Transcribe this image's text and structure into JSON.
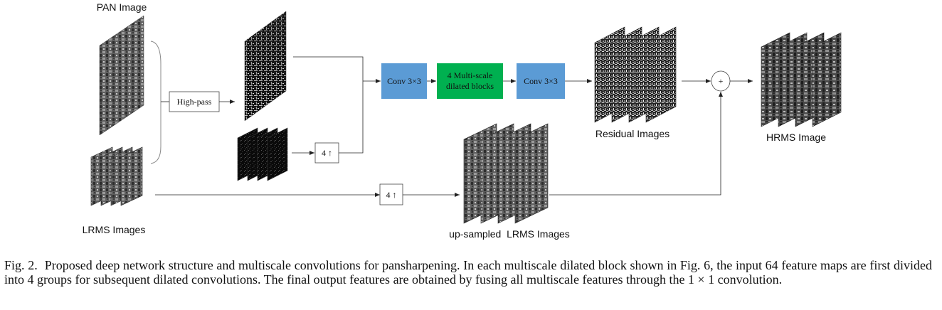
{
  "labels": {
    "pan_image": "PAN Image",
    "lrms_images": "LRMS Images",
    "residual_images": "Residual Images",
    "hrms_image": "HRMS Image",
    "upsampled_lrms": "up-sampled  LRMS Images"
  },
  "blocks": {
    "high_pass": "High-pass",
    "upsample_top": "4 ↑",
    "upsample_bottom": "4 ↑",
    "conv1": "Conv 3×3",
    "multiscale_line1": "4 Multi-scale",
    "multiscale_line2": "dilated blocks",
    "conv2": "Conv 3×3",
    "sum": "+"
  },
  "colors": {
    "conv_fill": "#5b9bd5",
    "multiscale_fill": "#00b050"
  },
  "caption": {
    "fig_number": "Fig. 2.",
    "text": "Proposed deep network structure and multiscale convolutions for pansharpening. In each multiscale dilated block shown in Fig. 6, the input 64 feature maps are first divided into 4 groups for subsequent dilated convolutions. The final output features are obtained by fusing all multiscale features through the 1 × 1 convolution."
  }
}
